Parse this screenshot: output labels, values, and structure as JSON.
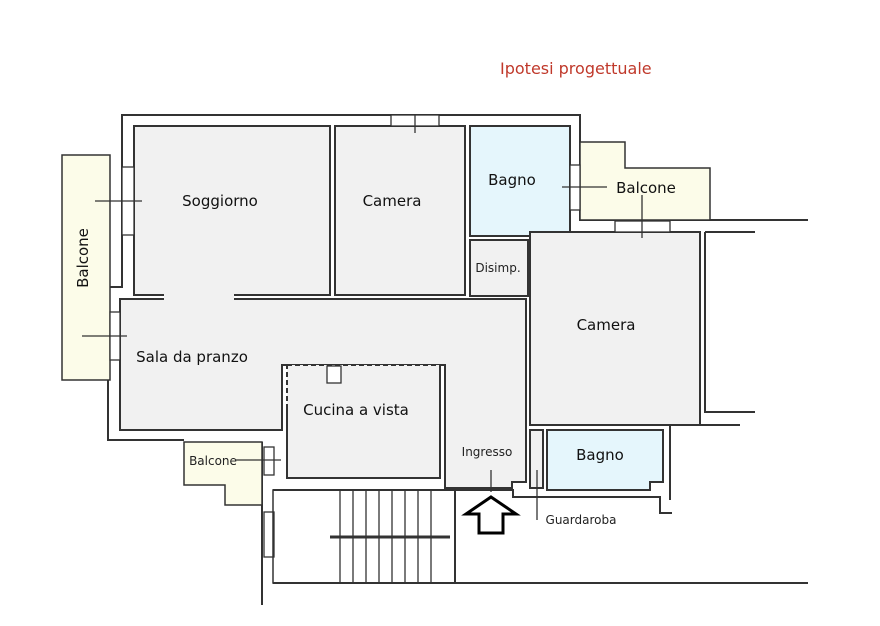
{
  "title": "Ipotesi progettuale",
  "colors": {
    "title": "#c0392b",
    "room": "#f1f1f1",
    "bathroom": "#e5f6fc",
    "balcony": "#fcfce9"
  },
  "rooms": {
    "soggiorno": "Soggiorno",
    "camera_1": "Camera",
    "bagno_1": "Bagno",
    "balcone_right": "Balcone",
    "balcone_left": "Balcone",
    "disimpegno": "Disimp.",
    "camera_2": "Camera",
    "sala_da_pranzo": "Sala da pranzo",
    "cucina": "Cucina a vista",
    "balcone_small": "Balcone",
    "ingresso": "Ingresso",
    "bagno_2": "Bagno",
    "guardaroba": "Guardaroba"
  },
  "icons": {
    "entrance": "up-arrow-icon"
  }
}
